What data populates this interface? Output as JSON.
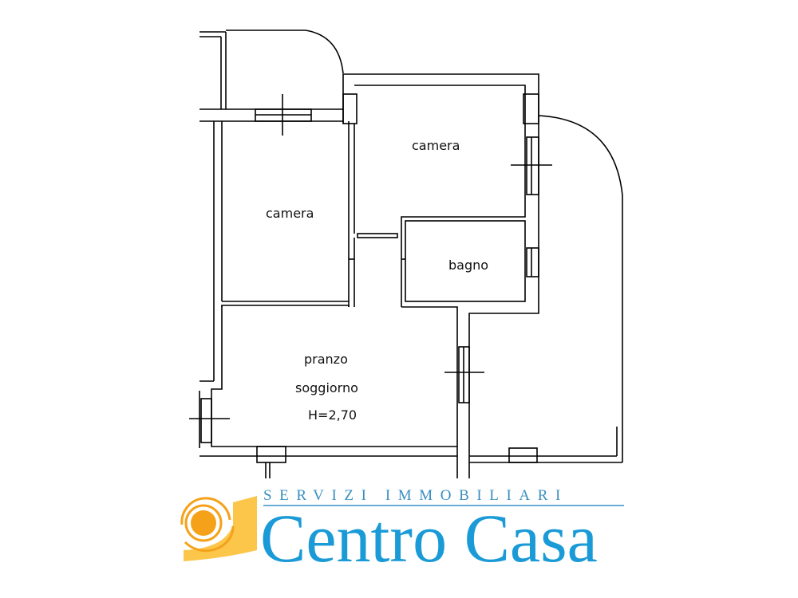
{
  "plan": {
    "rooms": [
      {
        "id": "camera-left",
        "label": "camera"
      },
      {
        "id": "camera-right",
        "label": "camera"
      },
      {
        "id": "bagno",
        "label": "bagno"
      },
      {
        "id": "soggiorno",
        "label": "pranzo",
        "sublabel": "soggiorno",
        "height_label": "H=2,70"
      }
    ]
  },
  "logo": {
    "tagline": "SERVIZI IMMOBILIARI",
    "brand": "Centro Casa",
    "colors": {
      "brand": "#1a9ad6",
      "sun": "#f5a21a",
      "arc": "#fbc64a"
    }
  }
}
